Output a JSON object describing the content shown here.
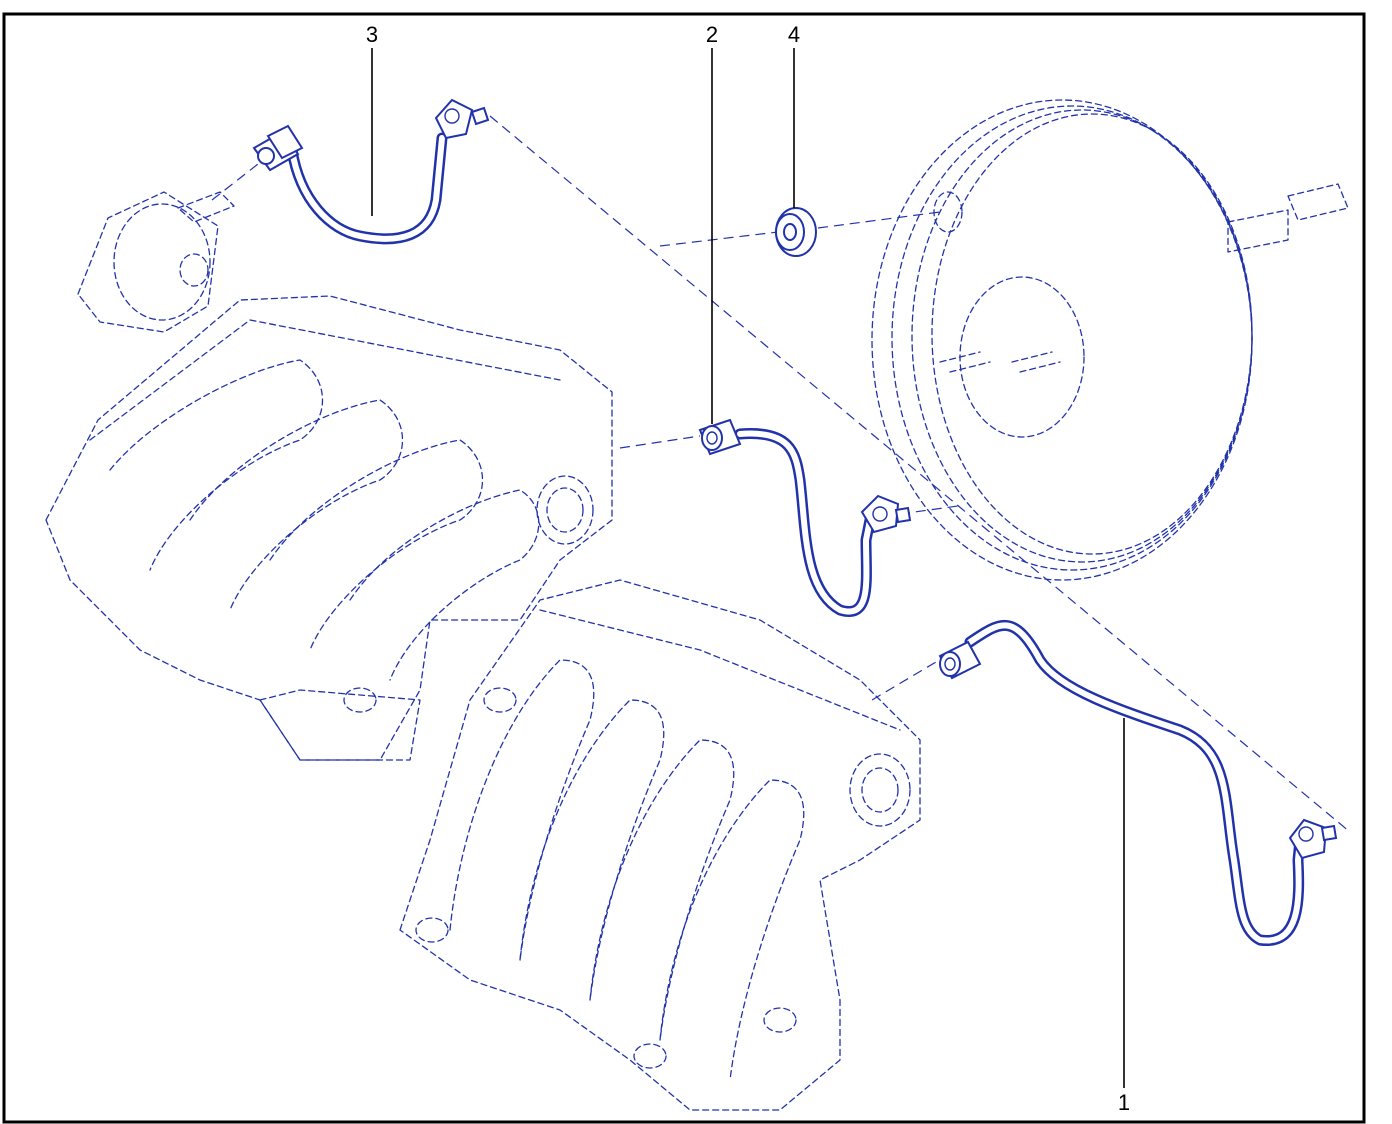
{
  "callouts": [
    {
      "id": "1",
      "label": "1"
    },
    {
      "id": "2",
      "label": "2"
    },
    {
      "id": "3",
      "label": "3"
    },
    {
      "id": "4",
      "label": "4"
    }
  ],
  "colors": {
    "line": "#2233aa",
    "frame": "#000000",
    "background": "#ffffff"
  }
}
